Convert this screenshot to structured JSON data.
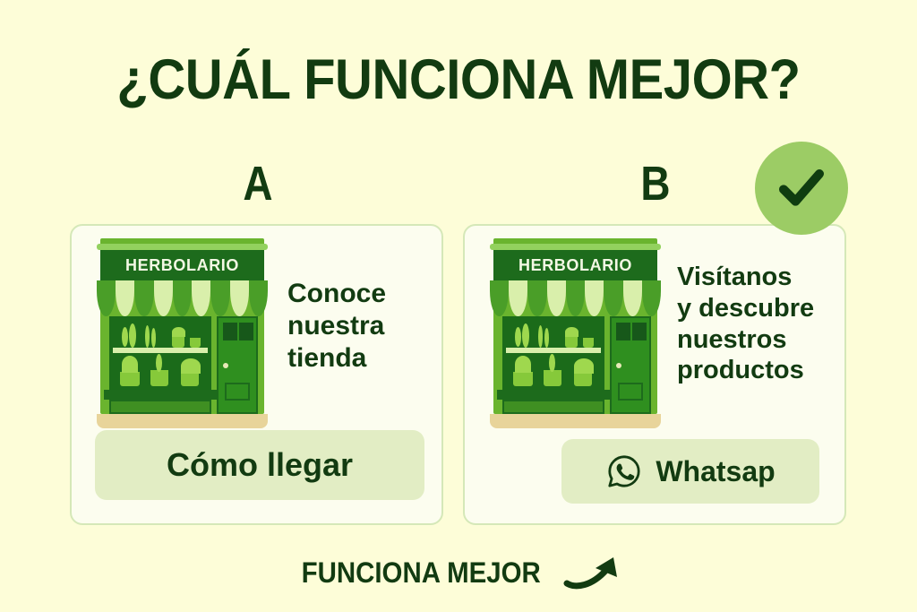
{
  "headline": "¿CUÁL FUNCIONA MEJOR?",
  "background_color": "#fdfdd8",
  "accent_color": "#123b11",
  "options": [
    {
      "letter": "A",
      "shop_sign": "HERBOLARIO",
      "message_lines": [
        "Conoce",
        "nuestra",
        "tienda"
      ],
      "cta_label": "Cómo llegar",
      "cta_icon": "",
      "winner": false
    },
    {
      "letter": "B",
      "shop_sign": "HERBOLARIO",
      "message_lines": [
        "Visítanos",
        "y descubre",
        "nuestros",
        "productos"
      ],
      "cta_label": "Whatsap",
      "cta_icon": "whatsapp-icon",
      "winner": true
    }
  ],
  "winner_badge": {
    "icon": "check-icon",
    "circle_color": "#9ccc65",
    "check_color": "#0f3d10"
  },
  "footer": {
    "text": "FUNCIONA MEJOR",
    "icon": "curved-arrow-up-right-icon"
  },
  "illustration_colors": {
    "sign_band": "#1d6b1c",
    "awning_dark": "#4a9e28",
    "awning_light": "#d9efab",
    "facade": "#6ab42e",
    "window": "#1b6b1a",
    "ground": "#e8d49a",
    "cta_bg": "#e2edc4",
    "card_border": "#d5e8b8"
  }
}
